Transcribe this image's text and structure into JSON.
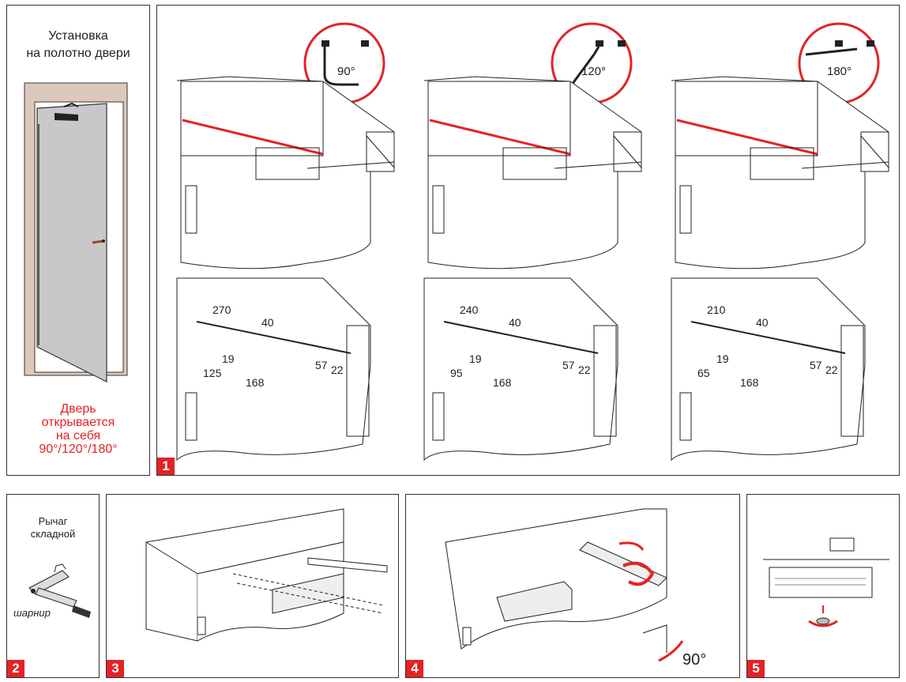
{
  "panel_install": {
    "title_line1": "Установка",
    "title_line2": "на полотно двери",
    "note_lines": [
      "Дверь",
      "открывается",
      "на себя",
      "90°/120°/180°"
    ]
  },
  "step_numbers": [
    "1",
    "2",
    "3",
    "4",
    "5"
  ],
  "opening_angles": [
    "90°",
    "120°",
    "180°"
  ],
  "templates": [
    {
      "d_top": "270",
      "d_arm": "40",
      "d_left": "125",
      "d_h19": "19",
      "d_body": "168",
      "d_57": "57",
      "d_22": "22"
    },
    {
      "d_top": "240",
      "d_arm": "40",
      "d_left": "95",
      "d_h19": "19",
      "d_body": "168",
      "d_57": "57",
      "d_22": "22"
    },
    {
      "d_top": "210",
      "d_arm": "40",
      "d_left": "65",
      "d_h19": "19",
      "d_body": "168",
      "d_57": "57",
      "d_22": "22"
    }
  ],
  "panel2": {
    "title_line1": "Рычаг",
    "title_line2": "складной",
    "hinge_label": "шарнир"
  },
  "panel4": {
    "angle_label": "90°"
  },
  "colors": {
    "accent": "#e32326",
    "door": "#c8c8c8",
    "frame": "#dcc9bb"
  }
}
